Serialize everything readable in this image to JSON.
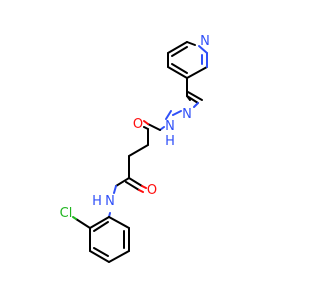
{
  "molecule": {
    "atoms": {
      "n_pyridine": {
        "label": "N",
        "color": "#3050F8"
      },
      "n_hydrazone": {
        "label": "N",
        "color": "#3050F8"
      },
      "nh_hydrazide": {
        "label": "N",
        "sub": "H",
        "color": "#3050F8"
      },
      "o_top": {
        "label": "O",
        "color": "#FF0D0D"
      },
      "o_bottom": {
        "label": "O",
        "color": "#FF0D0D"
      },
      "nh_amide": {
        "label": "N",
        "sub": "H",
        "color": "#3050F8"
      },
      "cl": {
        "label": "Cl",
        "color": "#1FB51F"
      }
    }
  }
}
